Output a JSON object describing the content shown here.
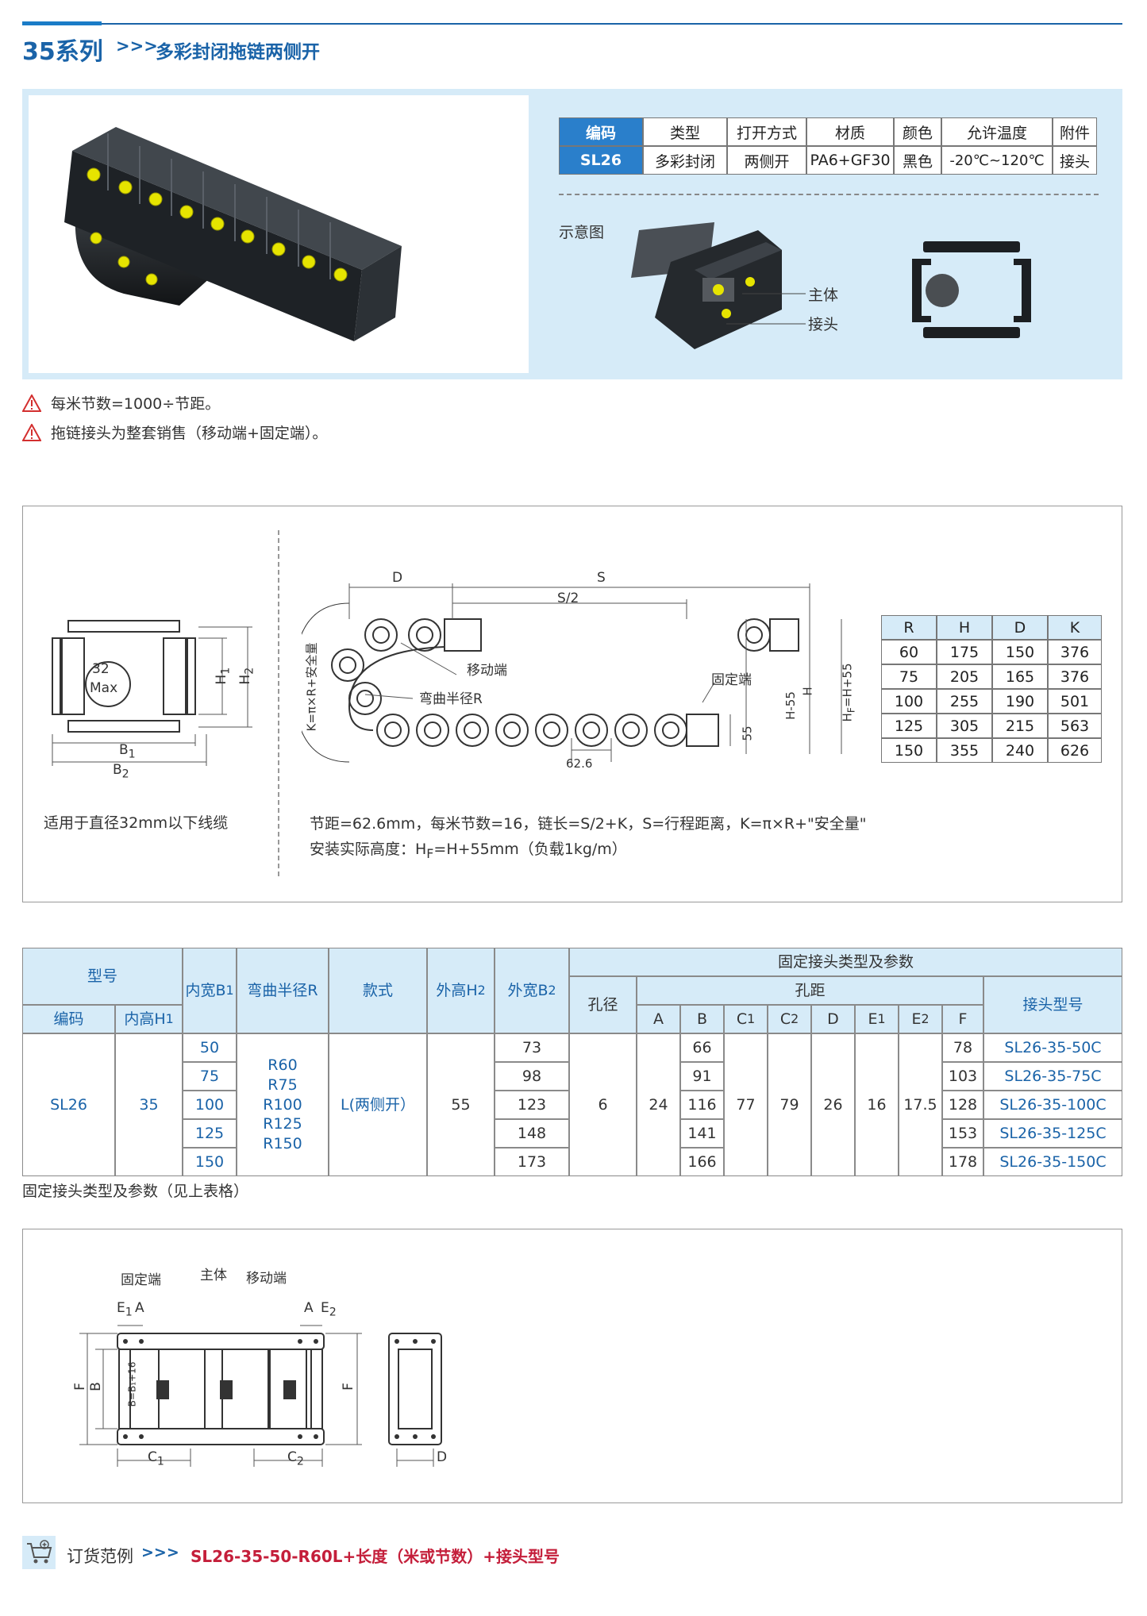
{
  "header": {
    "series": "35系列",
    "arrows": ">>>",
    "subtitle": "多彩封闭拖链两侧开"
  },
  "product_table": {
    "headers": [
      "编码",
      "类型",
      "打开方式",
      "材质",
      "颜色",
      "允许温度",
      "附件"
    ],
    "row": [
      "SL26",
      "多彩封闭",
      "两侧开",
      "PA6+GF30",
      "黑色",
      "-20℃~120℃",
      "接头"
    ]
  },
  "schematic": {
    "label": "示意图",
    "callout_body": "主体",
    "callout_joint": "接头"
  },
  "notes": [
    "每米节数=1000÷节距。",
    "拖链接头为整套销售（移动端+固定端）。"
  ],
  "drawing": {
    "cross_section": {
      "max_dia": "32",
      "max_text": "Max",
      "labels": {
        "b1": "B",
        "b1_sub": "1",
        "b2": "B",
        "b2_sub": "2",
        "h1": "H",
        "h1_sub": "1",
        "h2": "H",
        "h2_sub": "2"
      },
      "caption": "适用于直径32mm以下线缆"
    },
    "side_view": {
      "d": "D",
      "s": "S",
      "s_half": "S/2",
      "k_label": "K=π×R+安全量",
      "moving_end": "移动端",
      "bend_radius": "弯曲半径R",
      "fixed_end": "固定端",
      "pitch": "62.6",
      "h55": "55",
      "h_minus": "H-55",
      "h": "H",
      "hf": "H",
      "hf_sub": "F",
      "hf_rest": "=H+55"
    },
    "formula_line1": "节距=62.6mm，每米节数=16，链长=S/2+K，S=行程距离，K=π×R+\"安全量\"",
    "formula_line2_a": "安装实际高度：H",
    "formula_line2_sub": "F",
    "formula_line2_b": "=H+55mm（负载1kg/m）",
    "rhdk_table": {
      "headers": [
        "R",
        "H",
        "D",
        "K"
      ],
      "rows": [
        [
          "60",
          "175",
          "150",
          "376"
        ],
        [
          "75",
          "205",
          "165",
          "376"
        ],
        [
          "100",
          "255",
          "190",
          "501"
        ],
        [
          "125",
          "305",
          "215",
          "563"
        ],
        [
          "150",
          "355",
          "240",
          "626"
        ]
      ]
    }
  },
  "spec_table": {
    "model": "型号",
    "code": "编码",
    "inner_h": "内高H",
    "inner_h_sub": "1",
    "inner_w": "内宽B",
    "inner_w_sub": "1",
    "bend_r": "弯曲半径R",
    "style": "款式",
    "outer_h": "外高H",
    "outer_h_sub": "2",
    "outer_w": "外宽B",
    "outer_w_sub": "2",
    "fixed_group": "固定接头类型及参数",
    "hole_dia": "孔径",
    "hole_dist": "孔距",
    "joint_model": "接头型号",
    "sub_cols": [
      "A",
      "B",
      "C",
      "C",
      "D",
      "E",
      "E",
      "F"
    ],
    "sub_col_subs": [
      "",
      "",
      "1",
      "2",
      "",
      "1",
      "2",
      ""
    ],
    "code_val": "SL26",
    "inner_h_val": "35",
    "inner_w_vals": [
      "50",
      "75",
      "100",
      "125",
      "150"
    ],
    "bend_r_vals": [
      "R60",
      "R75",
      "R100",
      "R125",
      "R150"
    ],
    "style_val": "L(两侧开）",
    "outer_h_val": "55",
    "outer_w_vals": [
      "73",
      "98",
      "123",
      "148",
      "173"
    ],
    "hole_dia_val": "6",
    "a_val": "24",
    "b_vals": [
      "66",
      "91",
      "116",
      "141",
      "166"
    ],
    "c1_val": "77",
    "c2_val": "79",
    "d_val": "26",
    "e1_val": "16",
    "e2_val": "17.5",
    "f_vals": [
      "78",
      "103",
      "128",
      "153",
      "178"
    ],
    "joint_vals": [
      "SL26-35-50C",
      "SL26-35-75C",
      "SL26-35-100C",
      "SL26-35-125C",
      "SL26-35-150C"
    ]
  },
  "spec_note": "固定接头类型及参数（见上表格）",
  "bottom_drawing": {
    "fixed": "固定端",
    "body": "主体",
    "moving": "移动端",
    "e1": "E",
    "e1_sub": "1",
    "a": "A",
    "e2": "E",
    "e2_sub": "2",
    "f": "F",
    "b": "B",
    "b16": "B=B₁+16",
    "c1": "C",
    "c1_sub": "1",
    "c2": "C",
    "c2_sub": "2",
    "d": "D"
  },
  "order": {
    "label": "订货范例",
    "arrows": ">>>",
    "code": "SL26-35-50-R60L+长度（米或节数）+接头型号"
  },
  "colors": {
    "brand_blue": "#1a63a8",
    "header_blue": "#2a7fcb",
    "light_blue": "#d6ebf8",
    "warning_red": "#d32f2f",
    "order_red": "#c41e3a",
    "chain_yellow": "#e8e600"
  }
}
